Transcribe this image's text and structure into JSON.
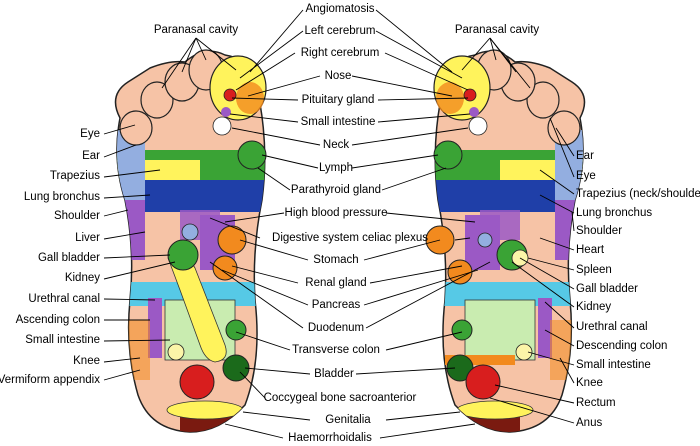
{
  "left_foot": {
    "top_label": "Paranasal cavity",
    "labels": [
      "Eye",
      "Ear",
      "Trapezius",
      "Lung bronchus",
      "Shoulder",
      "Liver",
      "Gall bladder",
      "Kidney",
      "Urethral canal",
      "Ascending colon",
      "Small intestine",
      "Knee",
      "Vermiform appendix"
    ]
  },
  "center": {
    "labels": [
      "Angiomatosis",
      "Left cerebrum",
      "Right cerebrum",
      "Nose",
      "Pituitary gland",
      "Small intestine",
      "Neck",
      "Lymph",
      "Parathyroid gland",
      "High blood pressure",
      "Digestive system celiac plexus",
      "Stomach",
      "Renal gland",
      "Pancreas",
      "Duodenum",
      "Transverse colon",
      "Bladder",
      "Coccygeal bone sacroanterior",
      "Genitalia",
      "Haemorrhoidalis"
    ]
  },
  "right_foot": {
    "top_label": "Paranasal cavity",
    "labels": [
      "Ear",
      "Eye",
      "Trapezius (neck/shoulder)",
      "Lung bronchus",
      "Shoulder",
      "Heart",
      "Spleen",
      "Gall bladder",
      "Kidney",
      "Urethral canal",
      "Descending colon",
      "Small intestine",
      "Knee",
      "Rectum",
      "Anus"
    ]
  },
  "colors": {
    "skin": "#f6c3a6",
    "yellow": "#fff35c",
    "green": "#3aa335",
    "blue": "#1f3fa8",
    "lightblue": "#93aee0",
    "purple": "#9b59c5",
    "orange": "#f28a1e",
    "red": "#d81e1e",
    "lightgreen": "#c9ecb0",
    "cyan": "#56c9e6",
    "darkred": "#7a1a10",
    "paleyellow": "#fbf5a8"
  }
}
